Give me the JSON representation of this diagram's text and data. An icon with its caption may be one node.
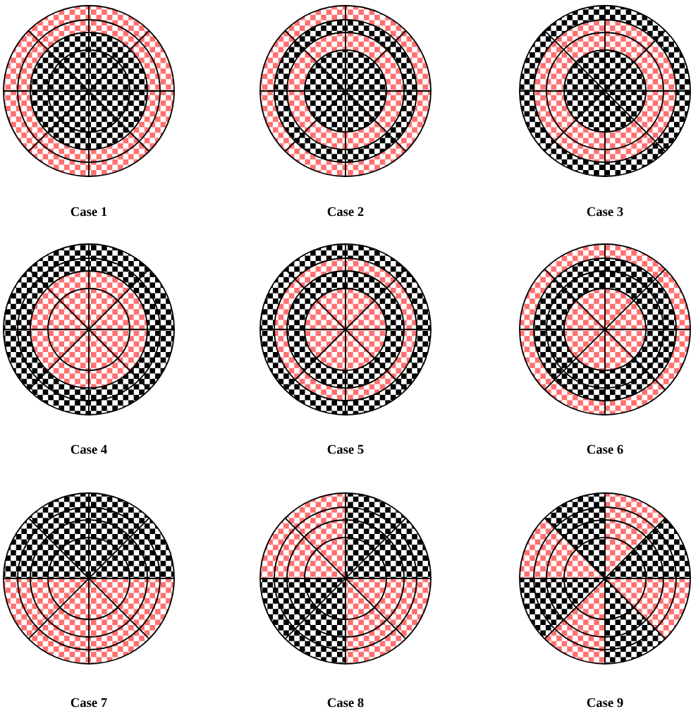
{
  "diagram": {
    "labels": [
      "Case 1",
      "Case 2",
      "Case 3",
      "Case 4",
      "Case 5",
      "Case 6",
      "Case 7",
      "Case 8",
      "Case 9"
    ]
  }
}
